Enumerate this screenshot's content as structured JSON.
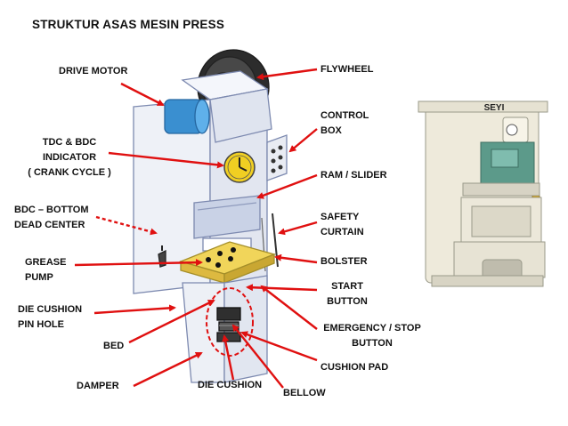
{
  "title": "STRUKTUR  ASAS MESIN PRESS",
  "labels": {
    "drive_motor": "DRIVE MOTOR",
    "tdc_bdc": "TDC & BDC\nINDICATOR\n( CRANK CYCLE )",
    "bdc_bottom": "BDC – BOTTOM\nDEAD CENTER",
    "grease_pump": "GREASE\nPUMP",
    "die_cushion_pin": "DIE CUSHION\nPIN HOLE",
    "bed": "BED",
    "damper": "DAMPER",
    "die_cushion": "DIE CUSHION",
    "bellow": "BELLOW",
    "cushion_pad": "CUSHION PAD",
    "emergency": "EMERGENCY / STOP\nBUTTON",
    "start": "START\nBUTTON",
    "bolster": "BOLSTER",
    "safety": "SAFETY\nCURTAIN",
    "ram": "RAM / SLIDER",
    "control_box": "CONTROL\nBOX",
    "flywheel": "FLYWHEEL"
  },
  "photo_brand": "SEYI",
  "colors": {
    "arrow": "#e01010",
    "motor": "#3a8fd0",
    "indicator": "#f0cf22",
    "bolster": "#f1d55a",
    "frame": "#eef1f7",
    "flywheel": "#2b2b2b"
  }
}
